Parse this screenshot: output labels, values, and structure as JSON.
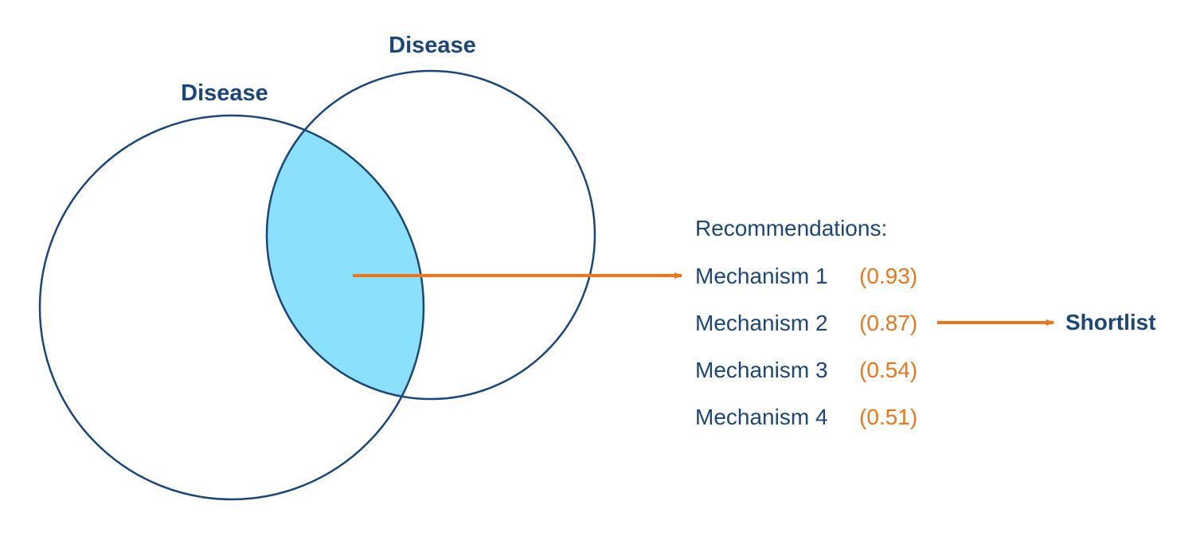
{
  "colors": {
    "circle_stroke": "#1b467a",
    "overlap_fill": "#8be0fc",
    "text_primary": "#1b467a",
    "accent_orange": "#ee7518"
  },
  "sets": [
    {
      "label": "Disease"
    },
    {
      "label": "Disease"
    }
  ],
  "recommendations": {
    "heading": "Recommendations:",
    "items": [
      {
        "name": "Mechanism 1",
        "score": "(0.93)"
      },
      {
        "name": "Mechanism 2",
        "score": "(0.87)"
      },
      {
        "name": "Mechanism 3",
        "score": "(0.54)"
      },
      {
        "name": "Mechanism 4",
        "score": "(0.51)"
      }
    ]
  },
  "shortlist": {
    "label": "Shortlist"
  }
}
